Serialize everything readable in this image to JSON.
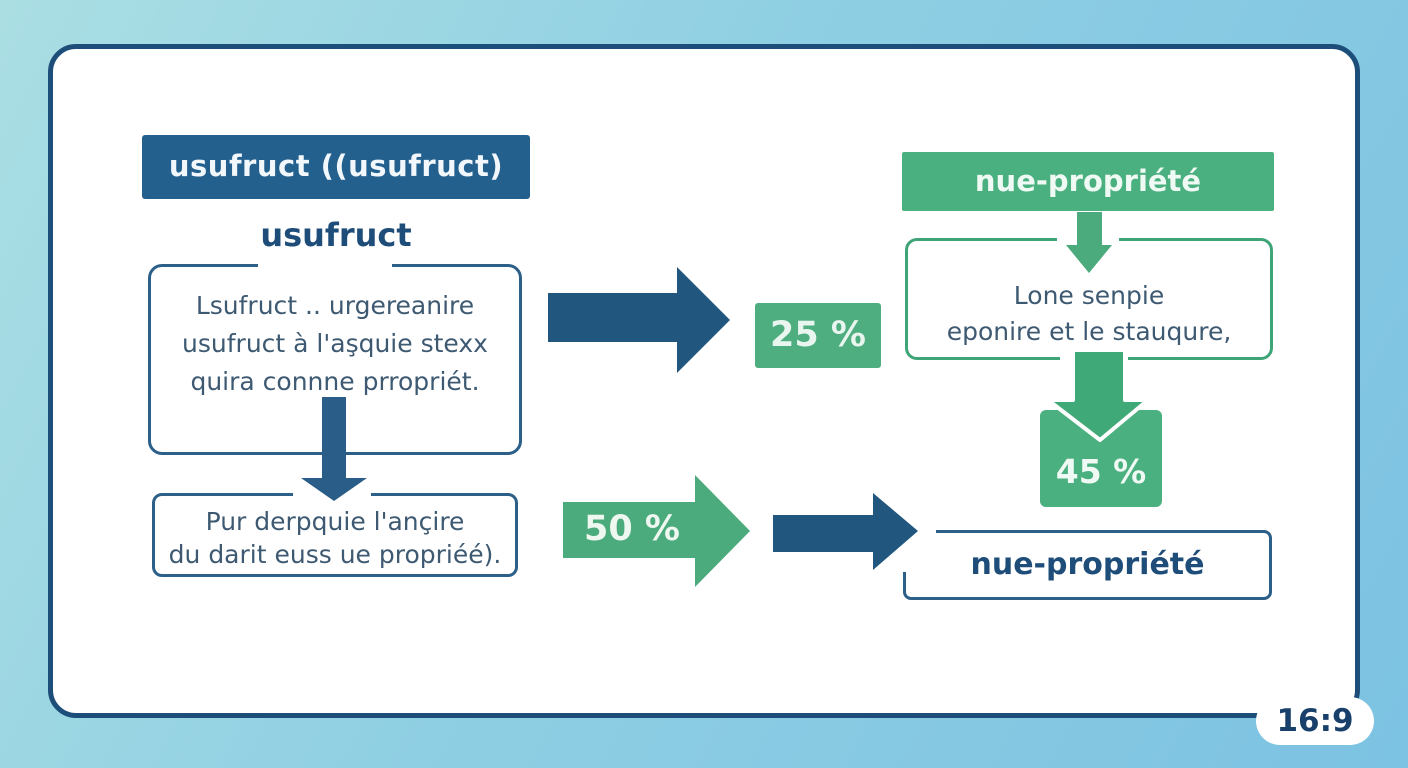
{
  "usufruct_section": {
    "header": "usufruct ((usufruct)",
    "title": "usufruct",
    "definition_lines": [
      "Lsufruct .. urgereanire",
      "usufruct à l'aşquie stexx",
      "quira connne prropriét."
    ],
    "secondary_lines": [
      "Pur derpquie l'ançire",
      "du darit euss ue propriéé)."
    ]
  },
  "nue_section": {
    "header": "nue-propriété",
    "description_lines": [
      "Lone senpie",
      "eponire et le stauqure,"
    ],
    "result": "nue-propriété"
  },
  "percentages": {
    "p25": "25 %",
    "p50": "50 %",
    "p45": "45 %"
  },
  "badge": {
    "label": "16:9"
  },
  "colors": {
    "blue_fill": "#24608e",
    "blue_arrow": "#21577f",
    "blue_border": "#2d6089",
    "green_fill": "#4bb07f",
    "green_arrow": "#4bab7c",
    "navy_text": "#1e4d79",
    "slate_text": "#3e5a72",
    "card_border": "#1d4e7a",
    "background_start": "#aadee3",
    "background_end": "#7cc2e2"
  }
}
